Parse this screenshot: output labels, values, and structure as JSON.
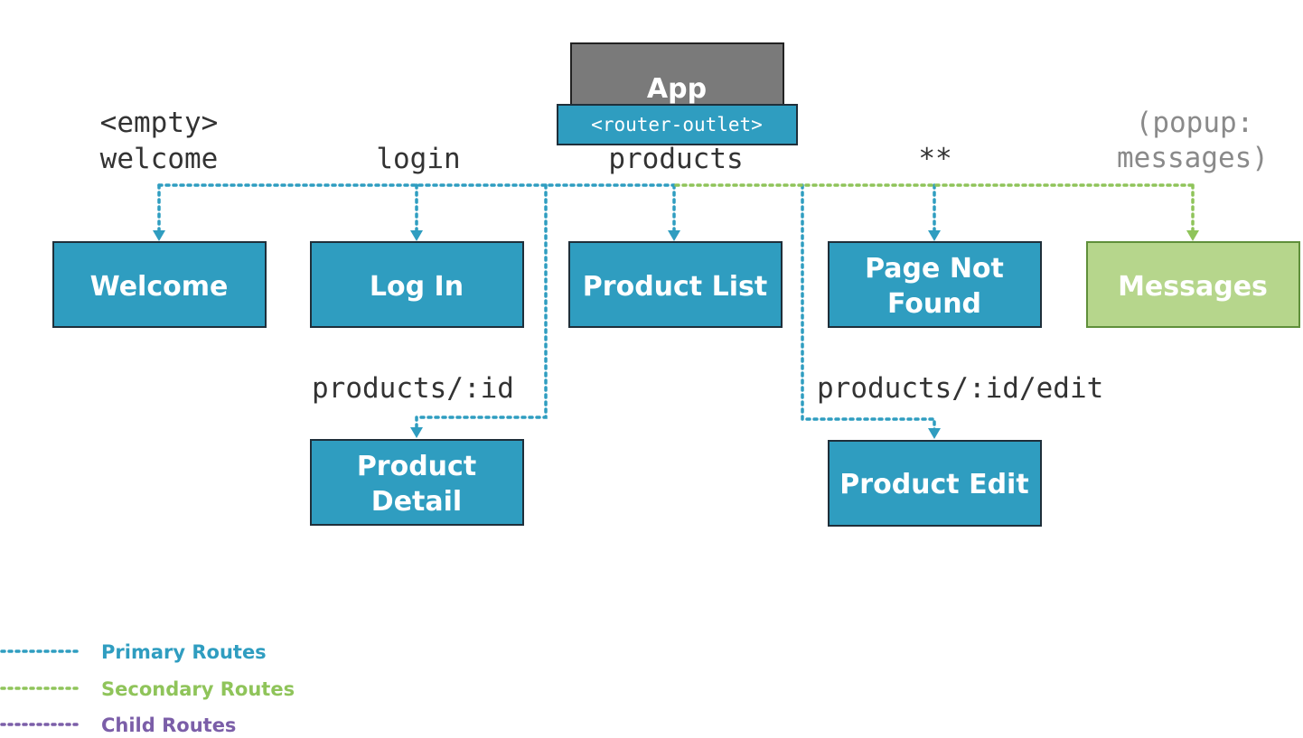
{
  "app": {
    "title": "App",
    "outlet": "<router-outlet>"
  },
  "routes": {
    "empty": "<empty>",
    "welcome": "welcome",
    "login": "login",
    "products": "products",
    "wildcard": "**",
    "popup_line1": "(popup:",
    "popup_line2": "messages)",
    "product_detail": "products/:id",
    "product_edit": "products/:id/edit"
  },
  "components": {
    "welcome": "Welcome",
    "login": "Log In",
    "product_list": "Product List",
    "page_not_found_line1": "Page Not",
    "page_not_found_line2": "Found",
    "messages": "Messages",
    "product_detail_line1": "Product",
    "product_detail_line2": "Detail",
    "product_edit": "Product Edit"
  },
  "legend": {
    "primary": "Primary Routes",
    "secondary": "Secondary Routes",
    "child": "Child Routes"
  },
  "colors": {
    "primary": "#2f9dc0",
    "secondary": "#8fc45a",
    "child": "#7b5ea8",
    "app_box": "#7a7a7a"
  }
}
